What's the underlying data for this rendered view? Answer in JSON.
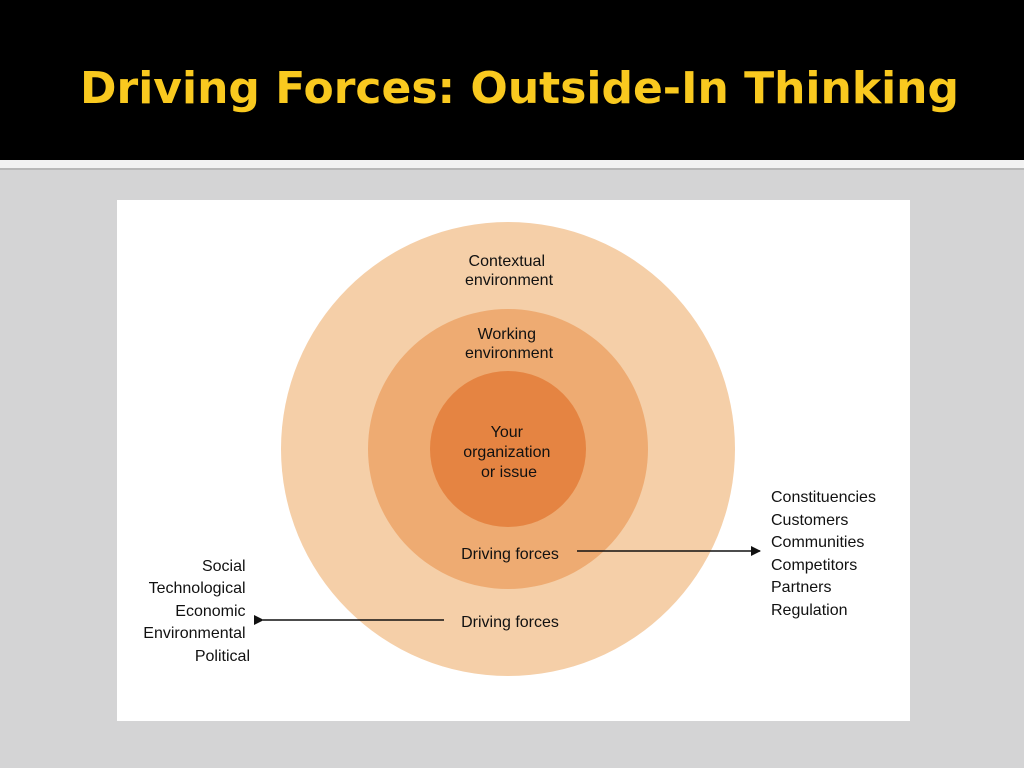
{
  "slide": {
    "title": "Driving Forces: Outside-In  Thinking"
  },
  "colors": {
    "title_text": "#f9c91f",
    "title_background": "#000000",
    "slide_background": "#d4d4d5",
    "outer_ring": "#f5cfa8",
    "middle_ring": "#eeab72",
    "core": "#e58442",
    "arrow": "#111111"
  },
  "diagram": {
    "contextual_environment": [
      "Contextual",
      "environment"
    ],
    "working_environment": [
      "Working",
      "environment"
    ],
    "core": [
      "Your",
      "organization",
      "or issue"
    ],
    "working_driving_forces": "Driving forces",
    "contextual_driving_forces": "Driving forces",
    "working_forces_list": [
      "Constituencies",
      "Customers",
      "Communities",
      "Competitors",
      "Partners",
      "Regulation"
    ],
    "contextual_forces_list": [
      "Social",
      "Technological",
      "Economic",
      "Environmental",
      "Political"
    ]
  }
}
